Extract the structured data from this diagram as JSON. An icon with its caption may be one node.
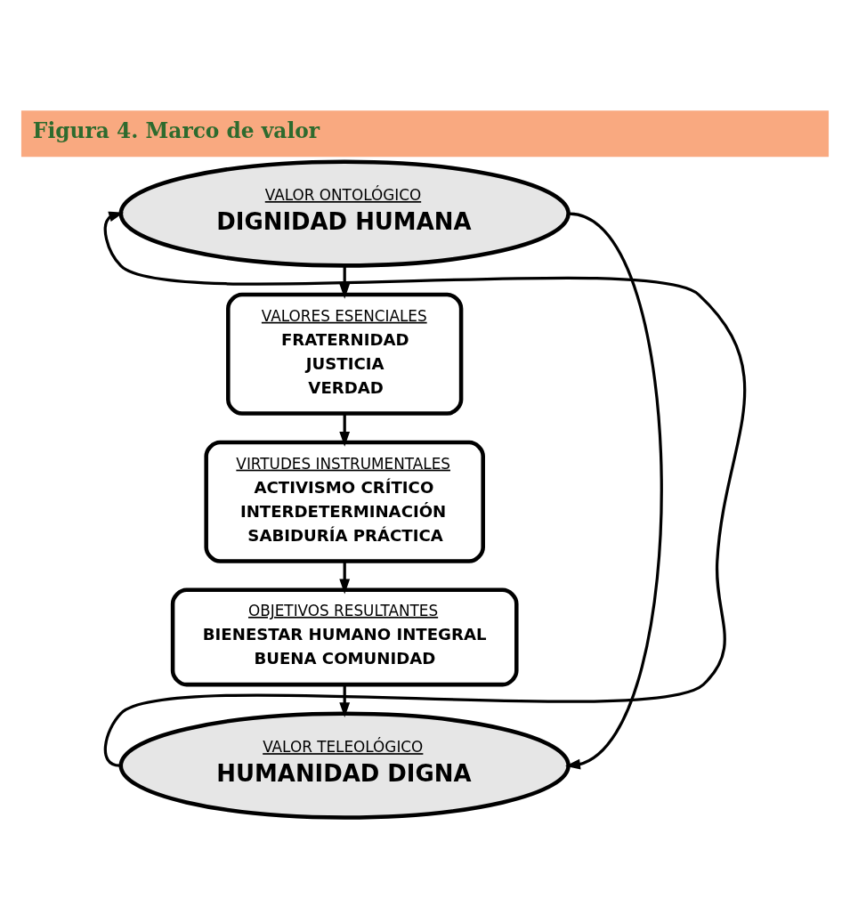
{
  "diagram": {
    "title": "Figura 4. Marco de valor",
    "nodes": [
      {
        "text": [
          "VALOR ONTOLÓGICO",
          "DIGNIDAD HUMANA"
        ]
      },
      {
        "text": [
          "VALORES ESENCIALES",
          "FRATERNIDAD",
          "JUSTICIA",
          "VERDAD"
        ]
      },
      {
        "text": [
          "VIRTUDES INSTRUMENTALES",
          "ACTIVISMO CRÍTICO",
          "INTERDETERMINACIÓN",
          "SABIDURÍA PRÁCTICA"
        ]
      },
      {
        "text": [
          "OBJETIVOS RESULTANTES",
          "BIENESTAR HUMANO INTEGRAL",
          "BUENA COMUNIDAD"
        ]
      },
      {
        "text": [
          "VALOR TELEOLÓGICO",
          "HUMANIDAD DIGNA"
        ]
      }
    ],
    "edges": [
      {
        "from": 0,
        "to": 1,
        "arrow": "to"
      },
      {
        "from": 1,
        "to": 2,
        "arrow": "to"
      },
      {
        "from": 2,
        "to": 3,
        "arrow": "to"
      },
      {
        "from": 3,
        "to": 4,
        "arrow": "to"
      },
      {
        "from": 0,
        "to": 4,
        "arrow": "to"
      },
      {
        "from": 4,
        "to": 0,
        "arrow": "to"
      }
    ]
  }
}
